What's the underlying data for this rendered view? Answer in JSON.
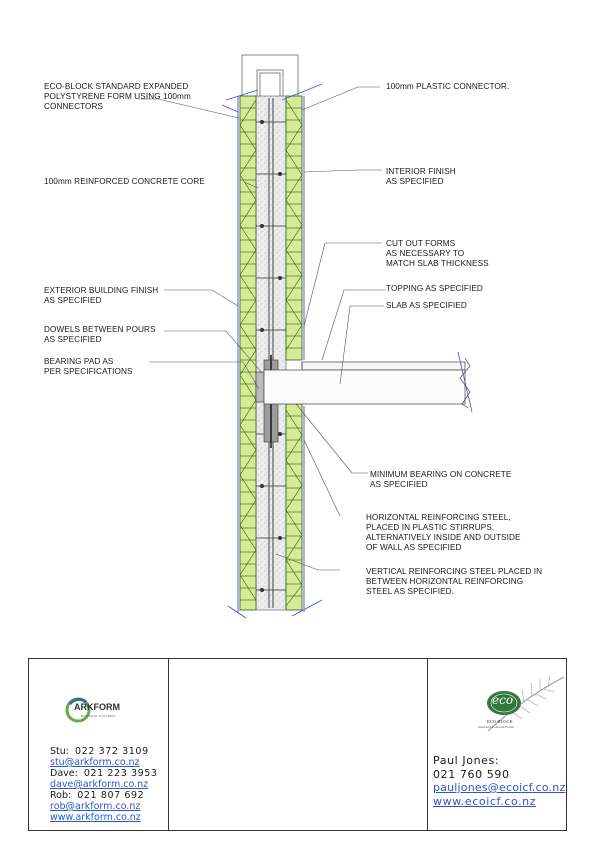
{
  "labels": {
    "eco_block_form": "ECO-BLOCK STANDARD EXPANDED\nPOLYSTYRENE FORM USING 100mm\nCONNECTORS",
    "plastic_connector": "100mm PLASTIC CONNECTOR.",
    "concrete_core": "100mm REINFORCED CONCRETE CORE",
    "interior_finish": "INTERIOR FINISH\nAS SPECIFIED",
    "cut_out_forms": "CUT OUT FORMS\nAS NECESSARY TO\nMATCH SLAB THICKNESS",
    "topping": "TOPPING AS SPECIFIED",
    "exterior_finish": "EXTERIOR BUILDING FINISH\nAS SPECIFIED",
    "slab": "SLAB AS SPECIFIED",
    "dowels": "DOWELS BETWEEN POURS\nAS SPECIFIED",
    "bearing_pad": "BEARING PAD AS\nPER SPECIFICATIONS",
    "minimum_bearing": "MINIMUM BEARING ON CONCRETE\nAS SPECIFIED",
    "horizontal_steel": "HORIZONTAL REINFORCING STEEL,\nPLACED IN PLASTIC STIRRUPS,\nALTERNATIVELY INSIDE AND OUTSIDE\nOF WALL AS SPECIFIED",
    "vertical_steel": "VERTICAL REINFORCING STEEL PLACED IN\nBETWEEN HORIZONTAL REINFORCING\nSTEEL AS SPECIFIED."
  },
  "arkform": {
    "logo_text": "ARKFORM",
    "logo_sub": "BUILDING SYSTEMS",
    "contacts": [
      {
        "name": "Stu:",
        "phone": "022 372 3109",
        "email": "stu@arkform.co.nz"
      },
      {
        "name": "Dave:",
        "phone": "021 223 3953",
        "email": "dave@arkform.co.nz"
      },
      {
        "name": "Rob:",
        "phone": "021 807 692",
        "email": "rob@arkform.co.nz"
      }
    ],
    "website": "www.arkform.co.nz"
  },
  "eco": {
    "logo_text": "eco",
    "logo_line1": "ECO-BLOCK",
    "logo_line2": "Insulated Concrete Forms",
    "contact_name": "Paul Jones:",
    "contact_phone": "021 760 590",
    "email": "pauljones@ecoicf.co.nz",
    "website": "www.ecoicf.co.nz"
  },
  "colors": {
    "eps_form": "#d5ec95",
    "eps_form_edge": "#2f5a1c",
    "concrete": "#e7e7e7",
    "leader": "#444444",
    "finish_line": "#4a4fc4",
    "link": "#2a56c6"
  }
}
